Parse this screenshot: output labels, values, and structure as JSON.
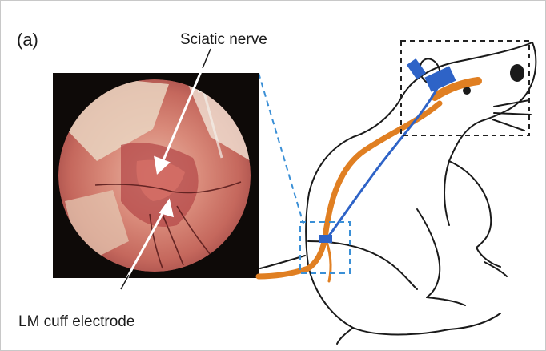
{
  "figure": {
    "panel_label": "(a)",
    "callout_top": "Sciatic nerve",
    "callout_bottom": "LM cuff electrode"
  },
  "colors": {
    "nerve": "#e07f22",
    "electrode_wire": "#2e63c7",
    "zoom_lines": "#3a8fd6",
    "box_dashed": "#222222",
    "photo_background": "#0e0a08"
  }
}
